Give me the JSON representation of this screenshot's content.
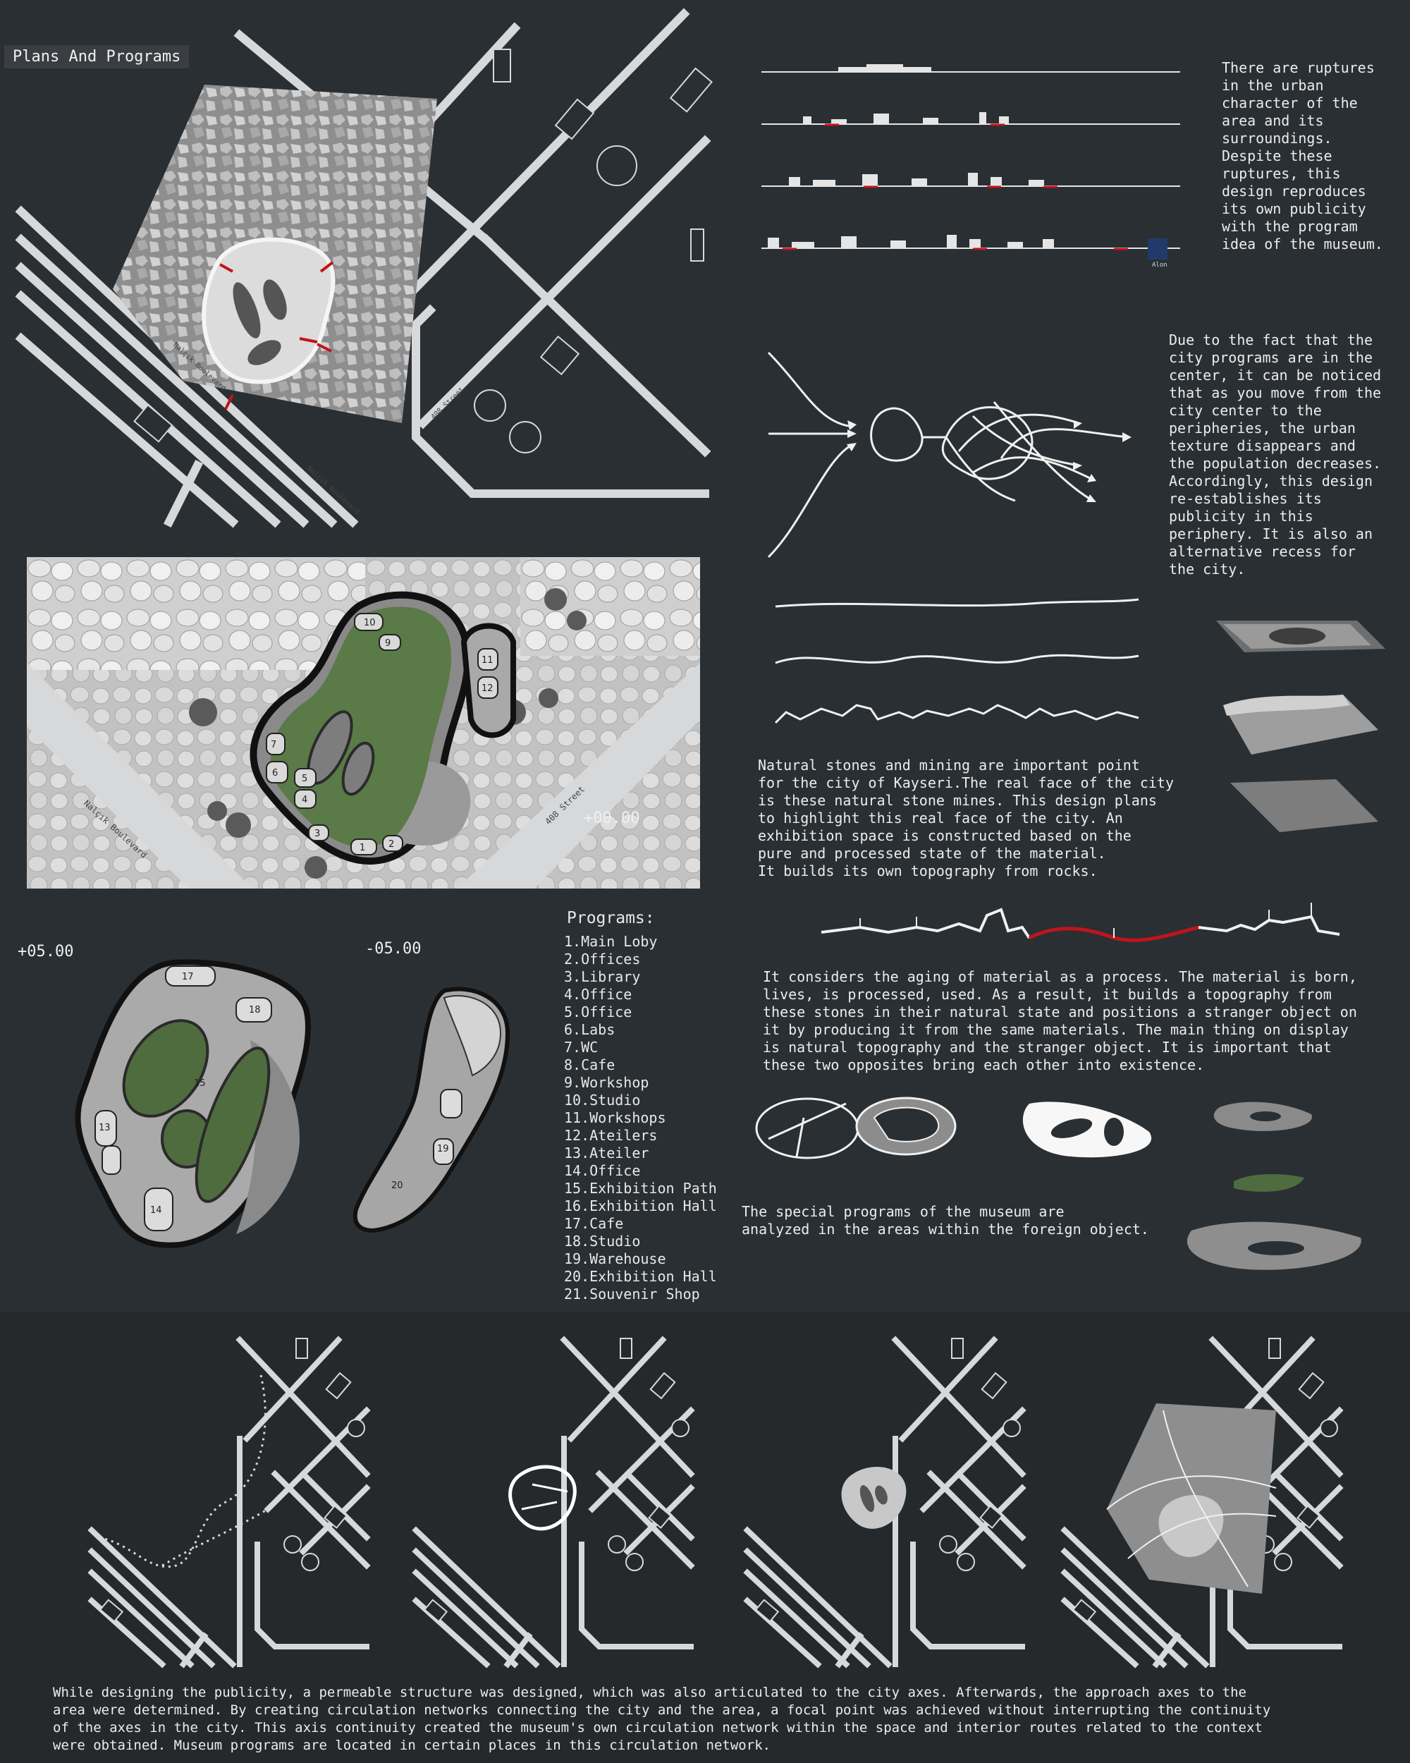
{
  "header": {
    "title": "Plans And Programs"
  },
  "levels": {
    "ground": "+00.00",
    "upper": "+05.00",
    "lower": "-05.00"
  },
  "streets": {
    "boulevard": "Nalçık Boulevard",
    "street": "408 Street",
    "section_tag": "Alon"
  },
  "texts": {
    "ruptures": "There are ruptures\nin the urban\ncharacter of the\narea and its\nsurroundings.\nDespite these\nruptures, this\ndesign reproduces\nits own publicity\nwith the program\nidea of the museum.",
    "center": "Due to the fact that the\ncity programs are in the\ncenter, it can be noticed\nthat as you move from the\ncity center to the\nperipheries, the urban\ntexture disappears and\nthe population decreases.\nAccordingly, this design\nre-establishes its\npublicity in this\nperiphery. It is also an\nalternative recess for\nthe city.",
    "stones": "Natural stones and mining are important point\nfor the city of Kayseri.The real face of the city\nis these natural stone mines. This design plans\nto highlight this real face of the city. An\nexhibition space is constructed based on the\npure and processed state of the material.\nIt builds its own topography from rocks.",
    "aging": "It considers the aging of material as a process. The material is born,\nlives, is processed, used. As a result, it builds a topography from\nthese stones in their natural state and positions a stranger object on\nit by producing it from the same materials. The main thing on display\nis natural topography and the stranger object. It is important that\nthese two opposites bring each other into existence.",
    "special": "The special programs of the museum are\nanalyzed in the areas within the foreign object.",
    "bottom": "While designing the publicity, a permeable structure was designed, which was also articulated to the city axes. Afterwards, the approach axes to the\narea were determined. By creating circulation networks connecting the city and the area, a focal point was achieved without interrupting the continuity\nof the axes in the city. This axis continuity created the museum's own circulation network within the space and interior routes related to the context\nwere obtained. Museum programs are located in certain places in this circulation network."
  },
  "programs": {
    "heading": "Programs:",
    "items": [
      "1.Main Loby",
      "2.Offices",
      "3.Library",
      "4.Office",
      "5.Office",
      "6.Labs",
      "7.WC",
      "8.Cafe",
      "9.Workshop",
      "10.Studio",
      "11.Workshops",
      "12.Ateilers",
      "13.Ateiler",
      "14.Office",
      "15.Exhibition Path",
      "16.Exhibition Hall",
      "17.Cafe",
      "18.Studio",
      "19.Warehouse",
      "20.Exhibition Hall",
      "21.Souvenir Shop"
    ]
  },
  "plan_numbers": {
    "ground": [
      "10",
      "9",
      "11",
      "12",
      "7",
      "6",
      "5",
      "4",
      "3",
      "1",
      "2"
    ],
    "upper": [
      "17",
      "18",
      "15",
      "13",
      "14"
    ],
    "lower": [
      "19",
      "20"
    ]
  },
  "colors": {
    "background": "#2a2f33",
    "road": "#d6d8da",
    "grass": "#4f6c3f",
    "accent_red": "#c0141b",
    "stone": "#bdbdbd"
  }
}
